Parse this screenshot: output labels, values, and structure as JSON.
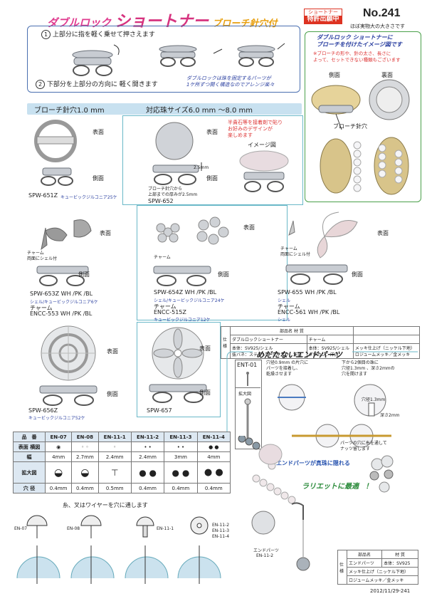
{
  "header": {
    "title_a": "ダブルロック",
    "title_b": "ショートナー",
    "title_c": "ブローチ針穴付",
    "patent_top": "ショートナー",
    "patent_main": "特許出願中",
    "number": "No.241",
    "size_note": "ほぼ実物大の大きさです"
  },
  "instructions": {
    "step1_num": "1",
    "step1": "上部分に指を軽く乗せて押さえます",
    "step2_num": "2",
    "step2": "下部分を上部分の方向に 軽く開きます",
    "note_line1": "ダブルロックは珠を固定するパーツが",
    "note_line2": "1ケ所ずつ開く構造なのでアレンジ楽々"
  },
  "image_box": {
    "title_line1": "ダブルロック ショートナーに",
    "title_line2": "ブローチを付けたイメージ図です",
    "note_line1": "※ブローチの形や、針の太さ、長さに",
    "note_line2": "よって、セットできない種類もございます",
    "side_label": "側面",
    "back_label": "裏面",
    "hole_label": "ブローチ針穴"
  },
  "band": {
    "hole": "ブローチ針穴1.0 mm",
    "bead": "対応珠サイズ6.0 mm ～8.0 mm"
  },
  "products": {
    "front": "表面",
    "side": "側面",
    "spw651": {
      "code": "SPW-651Z",
      "note": "キュービックジルコニア25ケ"
    },
    "spw652": {
      "code": "SPW-652",
      "dim": "2.5mm",
      "note_line1": "ブローチ針穴から",
      "note_line2": "上部までの厚みが2.5mm"
    },
    "pearl_note_line1": "半貴石等を接着剤で貼り",
    "pearl_note_line2": "お好みのデザインが",
    "pearl_note_line3": "楽しめます",
    "image_label": "イメージ図",
    "spw653": {
      "code": "SPW-653Z WH /PK /BL",
      "note": "シェル/キュービックジルコニア6ケ",
      "charm": "チャーム",
      "charm_note": "両面にシェル付",
      "encc": "ENCC-553 WH /PK /BL"
    },
    "spw654": {
      "code": "SPW-654Z WH /PK /BL",
      "note": "シェル/キュービックジルコニア24ケ",
      "charm": "チャーム",
      "encc": "ENCC-515Z",
      "encc_note": "キュービックジルコニア12ケ"
    },
    "spw655": {
      "code": "SPW-655 WH /PK /BL",
      "note": "シェル",
      "charm": "チャーム",
      "charm_note": "両面にシェル付",
      "encc": "ENCC-561 WH /PK /BL",
      "encc_note": "シェル"
    },
    "spw656": {
      "code": "SPW-656Z",
      "note": "キュービックジルコニア52ケ"
    },
    "spw657": {
      "code": "SPW-657"
    }
  },
  "parts_table": {
    "side": "仕様",
    "h_name": "部品名",
    "h_material": "材 質",
    "row1_name": "ダブルロックショートナー",
    "row1_charm": "チャーム",
    "row2_a": "本体：SV925/シェル",
    "row2_b": "本体：SV925/シェル",
    "row2_c": "メッキ仕上げ（ニッケル下地）",
    "row3_a": "抜バネ：ステンレス",
    "row3_b": "ダワカン：洋白",
    "row3_c": "ダワカン：洋白",
    "row3_d": "ロジュームメッキ／金メッキ"
  },
  "end_parts": {
    "title": "めだたないエンドパーツ",
    "ent": "ENT-01",
    "zoom": "拡大図",
    "desc_line1": "穴径0.9mm の片穴に",
    "desc_line2": "パーツを接着し、",
    "desc_line3": "乾燥させます",
    "desc2_line1": "下から2個目の珠に",
    "desc2_line2": "穴径1.3mm 、深さ2mmの",
    "desc2_line3": "穴を開けます",
    "hole_dia": "穴径1.3mm",
    "depth": "深さ2mm",
    "insert_line1": "パーツの穴に糸を通して",
    "insert_line2": "ナッツ留します",
    "hidden": "エンドパーツが真珠に隠れる",
    "lariat": "ラリエットに最適",
    "lariat_mark": "！",
    "end_label": "エンドパーツ",
    "end_code": "EN-11-2"
  },
  "spec": {
    "row_names": [
      "品　番",
      "表面 横図",
      "幅",
      "拡大図",
      "穴 径"
    ],
    "items": [
      {
        "code": "EN-07",
        "width": "4mm",
        "hole": "0.4mm"
      },
      {
        "code": "EN-08",
        "width": "2.7mm",
        "hole": "0.4mm"
      },
      {
        "code": "EN-11-1",
        "width": "2.4mm",
        "hole": "0.5mm"
      },
      {
        "code": "EN-11-2",
        "width": "2.4mm",
        "hole": "0.4mm"
      },
      {
        "code": "EN-11-3",
        "width": "3mm",
        "hole": "0.4mm"
      },
      {
        "code": "EN-11-4",
        "width": "4mm",
        "hole": "0.4mm"
      }
    ]
  },
  "thread_note": "糸、叉はワイヤーを穴に通します",
  "diagram_labels": {
    "en07": "EN-07",
    "en08": "EN-08",
    "en111": "EN-11-1",
    "en112": "EN-11-2",
    "en113": "EN-11-3",
    "en114": "EN-11-4"
  },
  "bottom_table": {
    "side": "仕様",
    "h_name": "部品名",
    "h_material": "材 質",
    "r1_name": "エンドパーツ",
    "r1_mat": "本体：SV925",
    "r2": "メッキ仕上げ（ニッケル下地）",
    "r3": "ロジュームメッキ／金メッキ"
  },
  "footer": "2012/11/29-241",
  "colors": {
    "accent_pink": "#e03b8f",
    "accent_orange": "#e8a010",
    "patent_red": "#d32f2f",
    "band_blue": "#c8e1f0",
    "green_box": "#4aa04a"
  }
}
